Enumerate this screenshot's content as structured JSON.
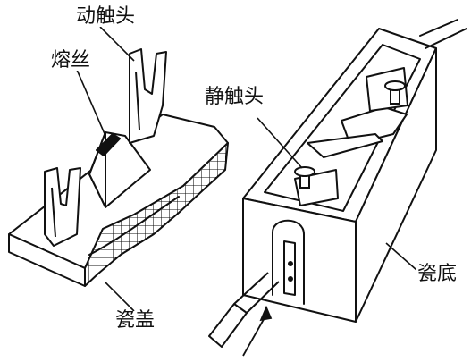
{
  "labels": {
    "moving_contact": "动触头",
    "fuse_wire": "熔丝",
    "static_contact": "静触头",
    "porcelain_base": "瓷底",
    "porcelain_cover": "瓷盖"
  },
  "colors": {
    "line": "#111111",
    "fill": "#ffffff",
    "fuse_band": "#111111"
  }
}
